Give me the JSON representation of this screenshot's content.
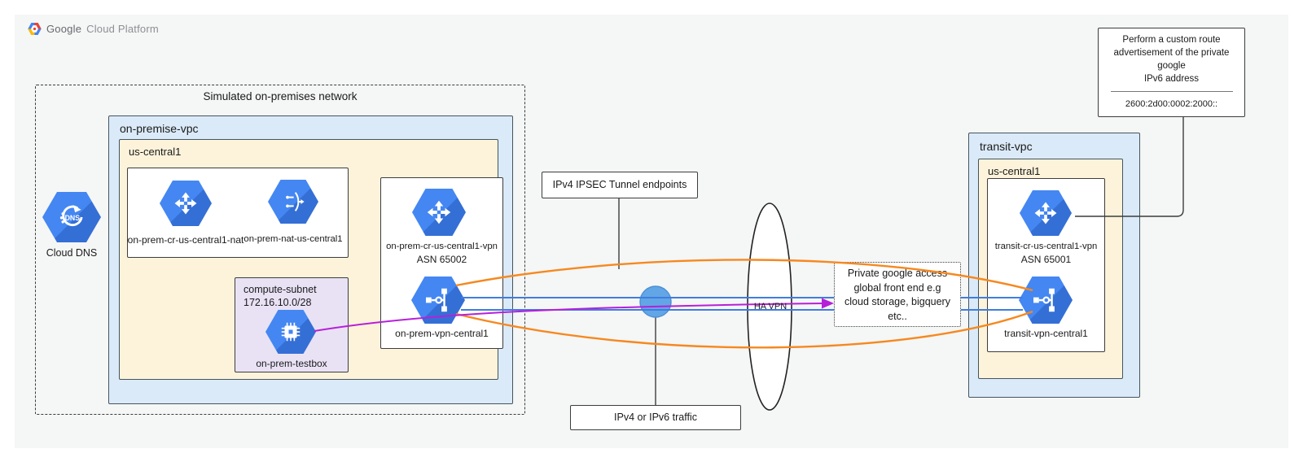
{
  "header": {
    "brand_bold": "Google",
    "brand_light": "Cloud Platform"
  },
  "onprem": {
    "container_title": "Simulated on-premises network",
    "vpc_label": "on-premise-vpc",
    "region_label": "us-central1",
    "nat_router_label": "on-prem-cr-us-central1-nat",
    "nat_gateway_label": "on-prem-nat-us-central1",
    "subnet_title": "compute-subnet",
    "subnet_cidr": "172.16.10.0/28",
    "testbox_label": "on-prem-testbox",
    "vpn_router_label": "on-prem-cr-us-central1-vpn",
    "vpn_router_asn": "ASN 65002",
    "vpn_gateway_label": "on-prem-vpn-central1"
  },
  "dns": {
    "label": "Cloud DNS",
    "glyph_text": "DNS"
  },
  "middle": {
    "ipsec_label": "IPv4 IPSEC Tunnel endpoints",
    "traffic_label": "IPv4 or IPv6 traffic",
    "havpn_label": "HA VPN",
    "pga_line1": "Private google access",
    "pga_line2": "global front end e.g",
    "pga_line3": "cloud storage, bigquery",
    "pga_line4": "etc.."
  },
  "transit": {
    "vpc_label": "transit-vpc",
    "region_label": "us-central1",
    "router_label": "transit-cr-us-central1-vpn",
    "router_asn": "ASN 65001",
    "vpn_gateway_label": "transit-vpn-central1"
  },
  "callout": {
    "line1": "Perform a custom route",
    "line2": "advertisement of the private google",
    "line3": "IPv6 address",
    "value": "2600:2d00:0002:2000::"
  },
  "colors": {
    "google_blue": "#4285f4",
    "tunnel_orange": "#f6881f",
    "traffic_blue": "#3f7de0",
    "ipv6_magenta": "#b620d8",
    "vpc_fill": "#dbeaf8",
    "region_fill": "#fdf3da",
    "subnet_fill": "#e9e2f5"
  }
}
